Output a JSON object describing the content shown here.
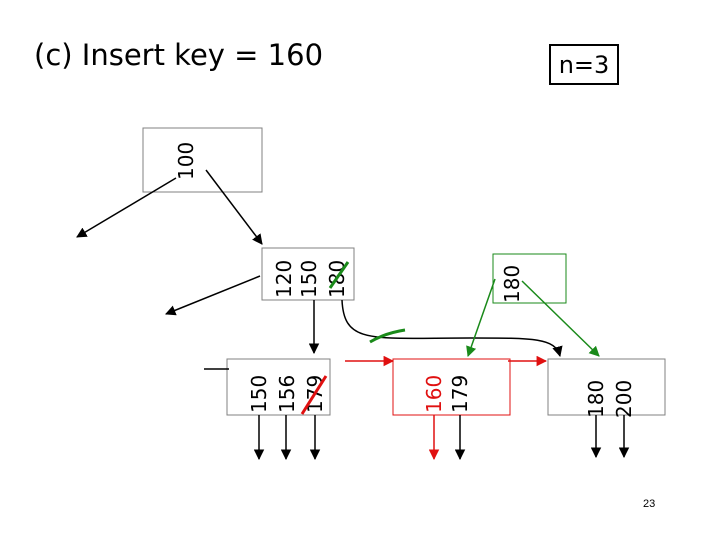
{
  "title": "(c) Insert key = 160",
  "order_label": "n=3",
  "slide_number": "23",
  "colors": {
    "black": "#000000",
    "green": "#1a8a1a",
    "red": "#e01010",
    "node_border": "#808080"
  },
  "tree": {
    "root": {
      "keys": [
        "100"
      ]
    },
    "internal": {
      "keys": [
        "120",
        "150",
        "180"
      ],
      "struck_key": "180"
    },
    "new_internal": {
      "keys": [
        "180"
      ]
    },
    "leaves": [
      {
        "keys": [
          "150",
          "156",
          "179"
        ],
        "struck_key": "179"
      },
      {
        "keys": [
          "160",
          "179"
        ],
        "status": "new"
      },
      {
        "keys": [
          "180",
          "200"
        ]
      }
    ]
  }
}
